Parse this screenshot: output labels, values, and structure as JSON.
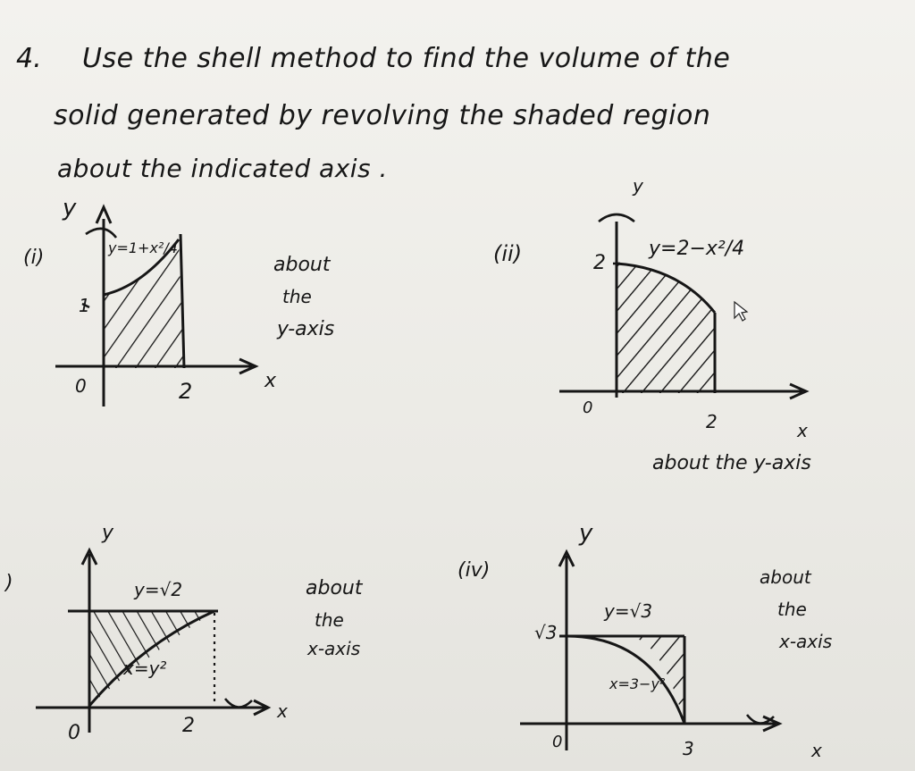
{
  "problem": {
    "number": "4.",
    "prompt_lines": [
      "Use the shell method to find the volume of the",
      "solid generated by revolving the shaded region",
      "about the indicated axis ."
    ]
  },
  "parts": [
    {
      "label": "(i)",
      "curve": "y=1+x²/4",
      "about": [
        "about",
        "the",
        "y-axis"
      ],
      "axis_y": "y",
      "axis_x": "x",
      "origin": "0",
      "tick_y": "1",
      "tick_x": "2"
    },
    {
      "label": "(ii)",
      "curve": "y=2−x²/4",
      "about": [
        "about the y-axis"
      ],
      "axis_y": "y",
      "axis_x": "x",
      "origin": "0",
      "tick_y": "2",
      "tick_x": "2"
    },
    {
      "label": ")",
      "curve_top": "y=√2",
      "curve_side": "x=y²",
      "about": [
        "about",
        "the",
        "x-axis"
      ],
      "axis_y": "y",
      "axis_x": "x",
      "origin": "0",
      "tick_x": "2"
    },
    {
      "label": "(iv)",
      "curve_top": "y=√3",
      "curve_side": "x=3−y²",
      "about": [
        "about",
        "the",
        "x-axis"
      ],
      "axis_y": "y",
      "axis_x": "x",
      "origin": "0",
      "tick_y": "√3",
      "tick_x": "3"
    }
  ]
}
